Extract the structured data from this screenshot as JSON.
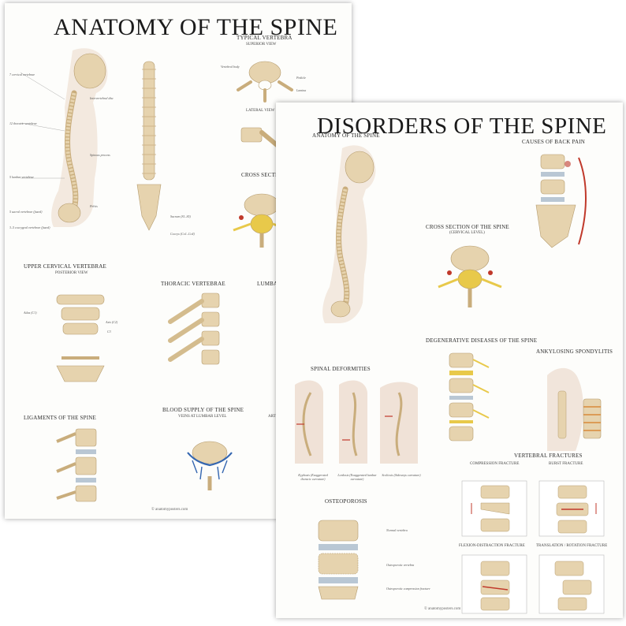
{
  "poster_left": {
    "title": "ANATOMY OF THE SPINE",
    "sections": {
      "typical_vertebra": "TYPICAL VERTEBRA",
      "typical_vertebra_sub1": "SUPERIOR VIEW",
      "typical_vertebra_sub2": "LATERAL VIEW",
      "cross_section": "CROSS SECTION OF THE C",
      "upper_cervical": "UPPER CERVICAL VERTEBRAE",
      "upper_cervical_sub": "POSTERIOR VIEW",
      "thoracic": "THORACIC VERTEBRAE",
      "lumbar": "LUMBAR V",
      "ligaments": "LIGAMENTS OF THE SPINE",
      "blood_supply": "BLOOD SUPPLY OF THE SPINE",
      "blood_supply_sub": "VEINS AT LUMBAR LEVEL",
      "arteries_sub": "ARTERIES AT"
    },
    "labels": {
      "cervical": "7 cervical vertebrae",
      "thoracic": "12 thoracic vertebrae",
      "lumbar": "5 lumbar vertebrae",
      "sacral": "5 sacral vertebrae (fused)",
      "coccygeal": "3–5 coccygeal vertebrae (fused)",
      "intervertebral_disc": "Intervertebral disc",
      "spinous_process": "Spinous process",
      "pelvis": "Pelvis",
      "sacrum": "Sacrum (S1–S5)",
      "coccyx": "Coccyx (Co1–Co4)",
      "atlas": "Atlas (C1)",
      "axis": "Axis (C2)",
      "c3": "C3",
      "vertebral_body": "Vertebral body",
      "lamina": "Lamina",
      "pedicle": "Pedicle"
    },
    "footer": "© anatomyposters.com"
  },
  "poster_right": {
    "title": "DISORDERS OF THE SPINE",
    "sections": {
      "anatomy": "ANATOMY OF THE SPINE",
      "causes": "CAUSES OF BACK PAIN",
      "cross_section": "CROSS SECTION OF THE SPINE",
      "cross_section_sub": "(CERVICAL LEVEL)",
      "degenerative": "DEGENERATIVE DISEASES OF THE SPINE",
      "ankylosing": "ANKYLOSING SPONDYLITIS",
      "deformities": "SPINAL DEFORMITIES",
      "osteoporosis": "OSTEOPOROSIS",
      "fractures": "VERTEBRAL FRACTURES",
      "compression": "COMPRESSION FRACTURE",
      "burst": "BURST FRACTURE",
      "flexion": "FLEXION-DISTRACTION FRACTURE",
      "translation": "TRANSLATION / ROTATION FRACTURE"
    },
    "deformity_labels": {
      "kyphosis": "Kyphosis (Exaggerated thoracic curvature)",
      "lordosis": "Lordosis (Exaggerated lumbar curvature)",
      "scoliosis": "Scoliosis (Sideways curvature)"
    },
    "osteo_labels": {
      "normal": "Normal vertebra",
      "osteoporotic": "Osteoporotic vertebra",
      "osteoporotic_compression": "Osteoporotic compression fracture"
    },
    "footer": "© anatomyposters.com"
  },
  "colors": {
    "bone": "#e6d3ae",
    "bone_shade": "#c9ad7c",
    "disc": "#b9c7d4",
    "nerve": "#e8c94a",
    "vessel_red": "#c0392b",
    "vessel_blue": "#3466b0",
    "skin": "#eedfd3",
    "ink": "#1b1b1b"
  }
}
